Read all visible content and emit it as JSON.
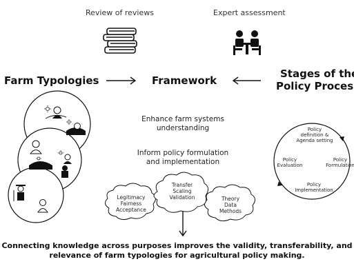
{
  "top": {
    "review_of_reviews": "Review of reviews",
    "expert_assessment": "Expert assessment"
  },
  "main": {
    "farm_typologies": "Farm Typologies",
    "framework": "Framework",
    "stages_line1": "Stages of the",
    "stages_line2": "Policy Process"
  },
  "purposes": {
    "enhance_line1": "Enhance farm systems",
    "enhance_line2": "understanding",
    "inform_line1": "Inform policy formulation",
    "inform_line2": "and implementation"
  },
  "policy_cycle": {
    "agenda_line1": "Policy",
    "agenda_line2": "definition &",
    "agenda_line3": "Agenda setting",
    "formulation_line1": "Policy",
    "formulation_line2": "Formulation",
    "implementation_line1": "Policy",
    "implementation_line2": "Implementation",
    "evaluation_line1": "Policy",
    "evaluation_line2": "Evaluation"
  },
  "clouds": {
    "left": [
      "Legitimacy",
      "Fairness",
      "Acceptance"
    ],
    "center": [
      "Transfer",
      "Scaling",
      "Validation"
    ],
    "right": [
      "Theory",
      "Data",
      "Methods"
    ]
  },
  "footer": {
    "line1": "Connecting knowledge across purposes improves the validity, transferability, and",
    "line2": "relevance of farm typologies for agricultural policy making."
  }
}
